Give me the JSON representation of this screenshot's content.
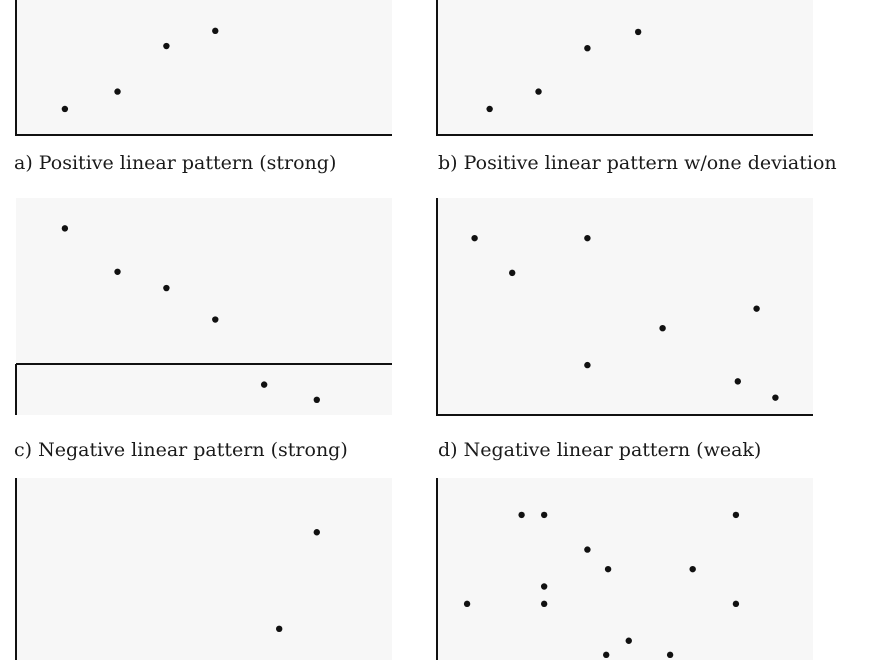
{
  "chart_data": [
    {
      "id": "a",
      "type": "scatter",
      "caption": "a)  Positive linear pattern (strong)",
      "xlim": [
        0,
        10
      ],
      "ylim": [
        0,
        10
      ],
      "axes": "left-bottom",
      "points": [
        [
          1.3,
          1.2
        ],
        [
          2.7,
          2.0
        ],
        [
          4.0,
          4.1
        ],
        [
          5.3,
          4.8
        ]
      ]
    },
    {
      "id": "b",
      "type": "scatter",
      "caption": "b)  Positive linear pattern w/one deviation",
      "xlim": [
        0,
        10
      ],
      "ylim": [
        0,
        10
      ],
      "axes": "left-bottom",
      "points": [
        [
          1.4,
          1.2
        ],
        [
          2.7,
          2.0
        ],
        [
          4.0,
          4.0
        ],
        [
          5.35,
          4.75
        ]
      ]
    },
    {
      "id": "c",
      "type": "scatter",
      "caption": "c)  Negative linear pattern (strong)",
      "xlim": [
        0,
        10
      ],
      "ylim": [
        0,
        10
      ],
      "axes": "crossing",
      "x_axis_at_y": 2.35,
      "points": [
        [
          1.3,
          8.6
        ],
        [
          2.7,
          6.6
        ],
        [
          4.0,
          5.85
        ],
        [
          5.3,
          4.4
        ],
        [
          6.6,
          1.4
        ],
        [
          8.0,
          0.7
        ]
      ]
    },
    {
      "id": "d",
      "type": "scatter",
      "caption": "d)  Negative linear pattern (weak)",
      "xlim": [
        0,
        10
      ],
      "ylim": [
        0,
        10
      ],
      "axes": "left-bottom",
      "points": [
        [
          1.0,
          8.15
        ],
        [
          4.0,
          8.15
        ],
        [
          2.0,
          6.55
        ],
        [
          6.0,
          4.0
        ],
        [
          8.5,
          4.9
        ],
        [
          4.0,
          2.3
        ],
        [
          8.0,
          1.55
        ],
        [
          9.0,
          0.8
        ]
      ]
    },
    {
      "id": "e",
      "type": "scatter",
      "caption": "",
      "xlim": [
        0,
        10
      ],
      "ylim": [
        0,
        10
      ],
      "axes": "left",
      "points": [
        [
          8.0,
          7.5
        ],
        [
          7.0,
          3.05
        ]
      ]
    },
    {
      "id": "f",
      "type": "scatter",
      "caption": "",
      "xlim": [
        0,
        10
      ],
      "ylim": [
        0,
        10
      ],
      "axes": "left",
      "points": [
        [
          2.25,
          8.3
        ],
        [
          2.85,
          8.3
        ],
        [
          7.95,
          8.3
        ],
        [
          4.0,
          6.7
        ],
        [
          4.55,
          5.8
        ],
        [
          6.8,
          5.8
        ],
        [
          2.85,
          5.0
        ],
        [
          0.8,
          4.2
        ],
        [
          2.85,
          4.2
        ],
        [
          7.95,
          4.2
        ],
        [
          5.1,
          2.5
        ],
        [
          4.5,
          1.85
        ],
        [
          6.2,
          1.85
        ]
      ]
    }
  ],
  "colors": {
    "panel_bg": "#f7f7f7",
    "axis": "#111111",
    "point": "#111111"
  }
}
